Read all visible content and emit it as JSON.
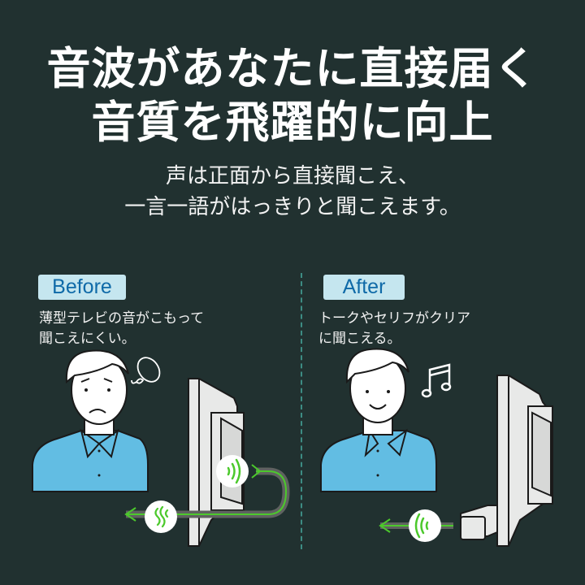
{
  "headline": {
    "line1": "音波があなたに直接届く",
    "line2": "音質を飛躍的に向上"
  },
  "subtitle": {
    "line1": "声は正面から直接聞こえ、",
    "line2": "一言一語がはっきりと聞こえます。"
  },
  "before": {
    "badge": "Before",
    "desc_line1": "薄型テレビの音がこもって",
    "desc_line2": "聞こえにくい。",
    "icons": [
      "confused-scribble-icon",
      "sound-wave-icon",
      "muffled-wave-icon"
    ]
  },
  "after": {
    "badge": "After",
    "desc_line1": "トークやセリフがクリア",
    "desc_line2": "に聞こえる。",
    "icons": [
      "music-note-icon",
      "sound-wave-icon"
    ]
  },
  "colors": {
    "background": "#213130",
    "badge_bg": "#c5e6ef",
    "badge_text": "#0f6aa8",
    "shirt": "#62bde3",
    "accent_green": "#4cc92c",
    "divider": "#3d8c83"
  }
}
